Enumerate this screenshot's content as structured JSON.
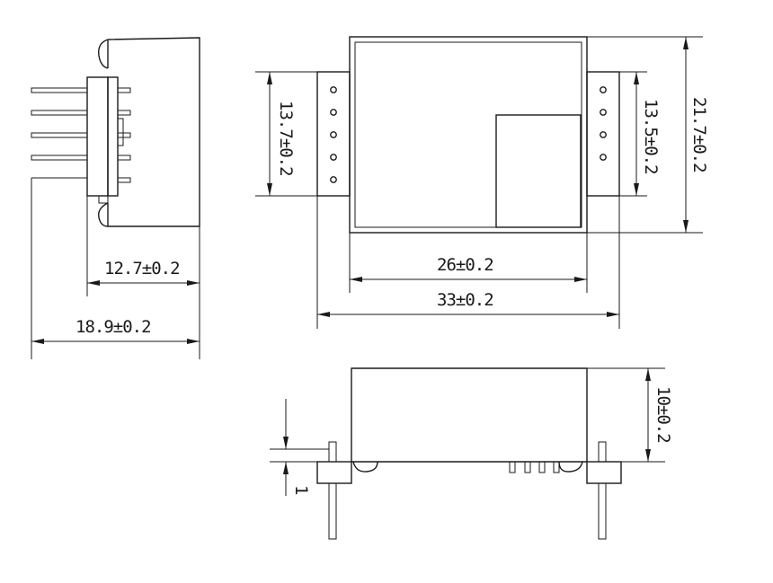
{
  "dimensions": {
    "side_depth": "12.7±0.2",
    "side_total": "18.9±0.2",
    "top_pin_span_left": "13.7±0.2",
    "top_pin_span_right": "13.5±0.2",
    "top_height": "21.7±0.2",
    "top_body_width": "26±0.2",
    "top_total_width": "33±0.2",
    "front_height": "10±0.2",
    "front_standoff": "1"
  },
  "colors": {
    "line": "#1a1a1a",
    "background": "#ffffff"
  }
}
